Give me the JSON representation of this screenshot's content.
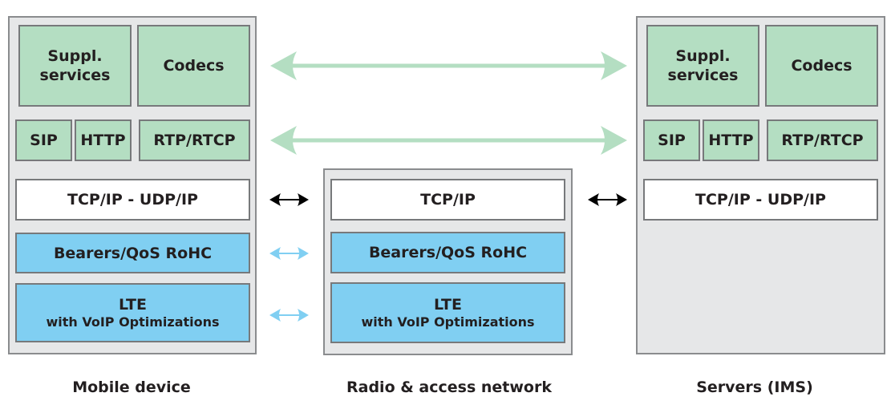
{
  "colors": {
    "green_layer": "#b4dec2",
    "blue_layer": "#80cff2",
    "white_layer": "#ffffff",
    "panel_bg": "#e6e7e8",
    "arrow_green": "#b4dec2",
    "arrow_blue": "#80cff2",
    "arrow_black": "#000000"
  },
  "mobile": {
    "caption": "Mobile device",
    "suppl_line1": "Suppl.",
    "suppl_line2": "services",
    "codecs": "Codecs",
    "sip": "SIP",
    "http": "HTTP",
    "rtp": "RTP/RTCP",
    "tcp": "TCP/IP - UDP/IP",
    "bearers": "Bearers/QoS RoHC",
    "lte": "LTE",
    "lte_sub": "with VoIP Optimizations"
  },
  "ran": {
    "caption": "Radio & access network",
    "tcp": "TCP/IP",
    "bearers": "Bearers/QoS RoHC",
    "lte": "LTE",
    "lte_sub": "with VoIP Optimizations"
  },
  "servers": {
    "caption": "Servers (IMS)",
    "suppl_line1": "Suppl.",
    "suppl_line2": "services",
    "codecs": "Codecs",
    "sip": "SIP",
    "http": "HTTP",
    "rtp": "RTP/RTCP",
    "tcp": "TCP/IP - UDP/IP"
  },
  "arrows": [
    {
      "name": "app-layer-arrow",
      "color": "green",
      "span": "mobile-to-servers"
    },
    {
      "name": "protocol-layer-arrow",
      "color": "green",
      "span": "mobile-to-servers"
    },
    {
      "name": "tcp-mobile-ran-arrow",
      "color": "black",
      "span": "mobile-to-ran"
    },
    {
      "name": "tcp-ran-servers-arrow",
      "color": "black",
      "span": "ran-to-servers"
    },
    {
      "name": "bearers-arrow",
      "color": "blue",
      "span": "mobile-to-ran"
    },
    {
      "name": "lte-arrow",
      "color": "blue",
      "span": "mobile-to-ran"
    }
  ]
}
